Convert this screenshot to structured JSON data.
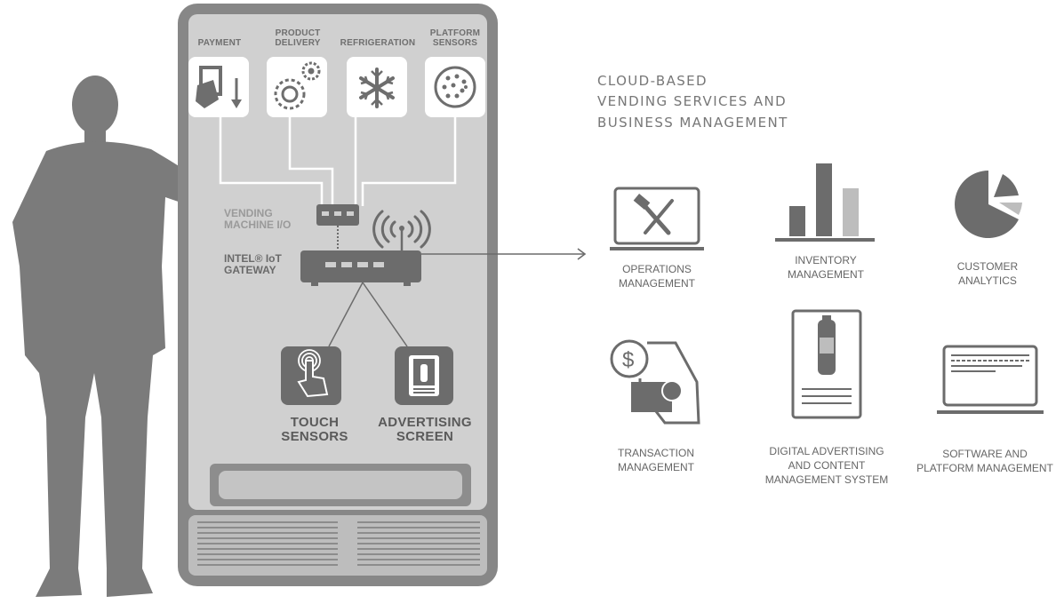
{
  "colors": {
    "figure": "#7b7b7b",
    "machine_frame": "#858585",
    "machine_panel": "#d1d1d1",
    "icon_dark": "#6e6e6e",
    "icon_light": "#bdbdbd",
    "text": "#6f6f6f"
  },
  "machine": {
    "sensor_labels": {
      "payment": "PAYMENT",
      "product_delivery": "PRODUCT\nDELIVERY",
      "refrigeration": "REFRIGERATION",
      "platform_sensors": "PLATFORM\nSENSORS"
    },
    "icons": {
      "payment": "card-insert-icon",
      "product_delivery": "gears-icon",
      "refrigeration": "snowflake-icon",
      "platform_sensors": "sensor-dots-icon"
    },
    "io_label": "VENDING\nMACHINE I/O",
    "gateway_label": "INTEL® IoT\nGATEWAY",
    "touch_label": "TOUCH\nSENSORS",
    "screen_label": "ADVERTISING\nSCREEN"
  },
  "cloud": {
    "heading": "CLOUD-BASED\nVENDING SERVICES AND\nBUSINESS MANAGEMENT"
  },
  "services": [
    {
      "label": "OPERATIONS\nMANAGEMENT",
      "icon": "tools-laptop-icon"
    },
    {
      "label": "INVENTORY\nMANAGEMENT",
      "icon": "bar-chart-icon"
    },
    {
      "label": "CUSTOMER\nANALYTICS",
      "icon": "pie-chart-icon"
    },
    {
      "label": "TRANSACTION\nMANAGEMENT",
      "icon": "payment-hand-icon"
    },
    {
      "label": "DIGITAL ADVERTISING\nAND CONTENT\nMANAGEMENT SYSTEM",
      "icon": "digital-sign-icon"
    },
    {
      "label": "SOFTWARE AND\nPLATFORM MANAGEMENT",
      "icon": "laptop-icon"
    }
  ]
}
